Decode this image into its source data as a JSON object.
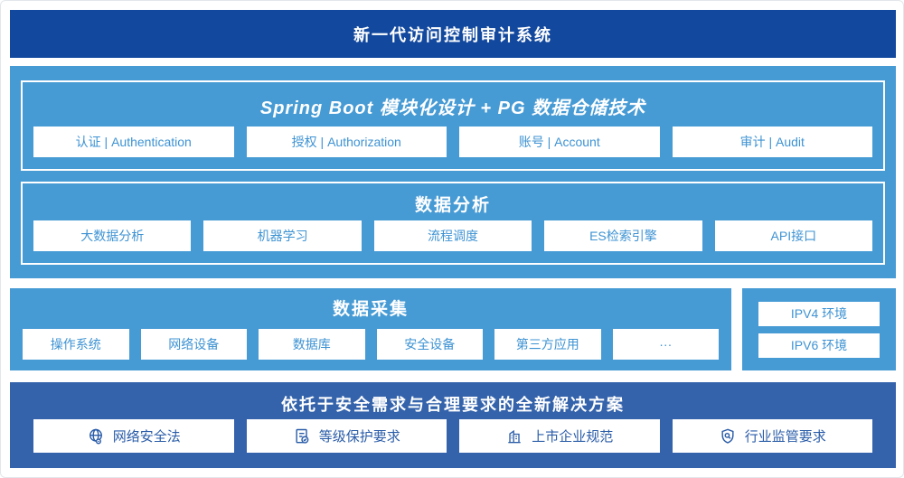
{
  "page": {
    "title": "新一代访问控制审计系统"
  },
  "spring_section": {
    "title": "Spring Boot 模块化设计 + PG 数据仓储技术",
    "modules": [
      "认证 | Authentication",
      "授权 | Authorization",
      "账号 | Account",
      "审计 | Audit"
    ]
  },
  "analysis_section": {
    "title": "数据分析",
    "modules": [
      "大数据分析",
      "机器学习",
      "流程调度",
      "ES检索引擎",
      "API接口"
    ]
  },
  "collection_section": {
    "title": "数据采集",
    "modules": [
      "操作系统",
      "网络设备",
      "数据库",
      "安全设备",
      "第三方应用",
      "···"
    ]
  },
  "env_panel": {
    "items": [
      "IPV4 环境",
      "IPV6 环境"
    ]
  },
  "solution_section": {
    "title": "依托于安全需求与合理要求的全新解决方案",
    "items": [
      {
        "icon": "globe-location-icon",
        "label": "网络安全法"
      },
      {
        "icon": "document-check-icon",
        "label": "等级保护要求"
      },
      {
        "icon": "building-icon",
        "label": "上市企业规范"
      },
      {
        "icon": "shield-search-icon",
        "label": "行业监管要求"
      }
    ]
  },
  "colors": {
    "banner_blue": "#12489E",
    "light_blue": "#479BD5",
    "solution_blue": "#3463AB",
    "box_text_blue": "#3E93D3",
    "solution_text_blue": "#2A5CA8",
    "box_white": "#FFFFFF"
  }
}
